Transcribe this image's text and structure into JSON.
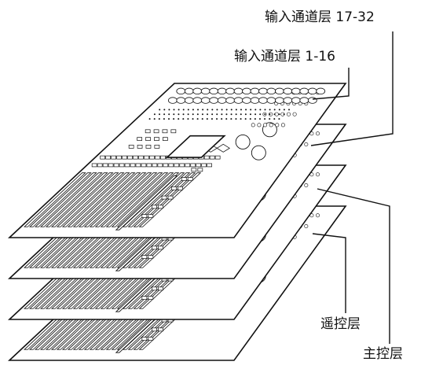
{
  "diagram": {
    "labels": {
      "input_layer_17_32": "输入通道层 17-32",
      "input_layer_1_16": "输入通道层 1-16",
      "remote_layer": "遥控层",
      "master_layer": "主控层"
    }
  }
}
